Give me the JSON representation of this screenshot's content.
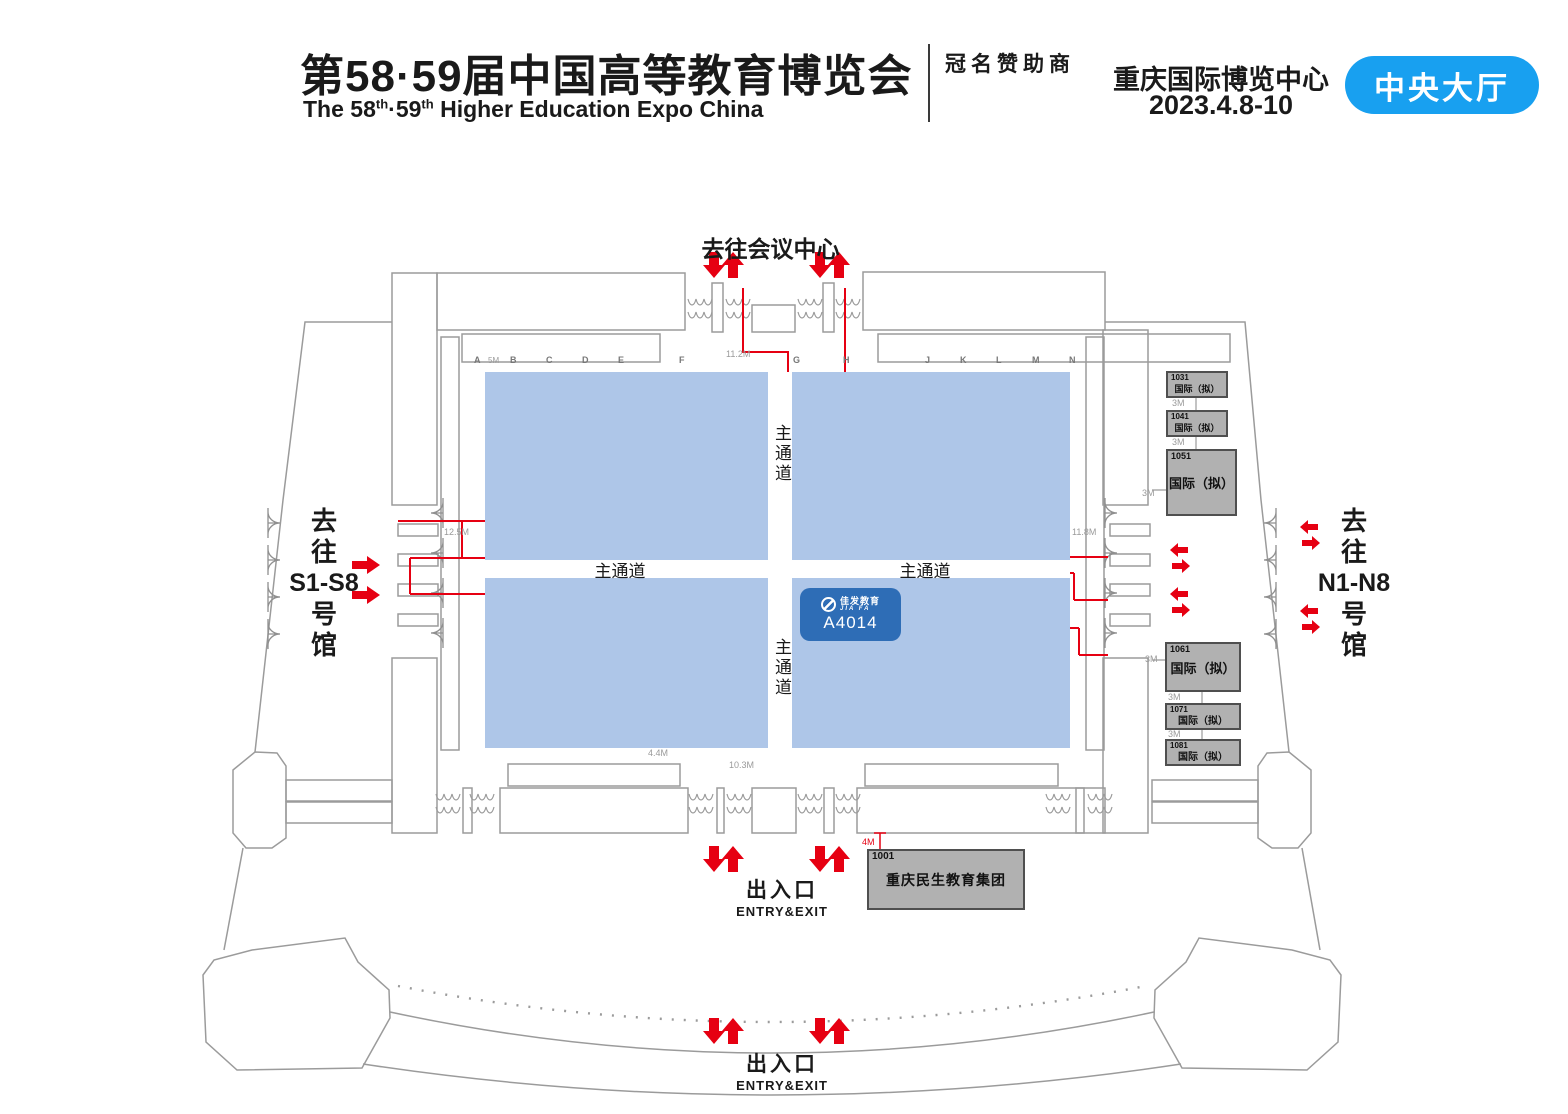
{
  "header": {
    "title_zh": "第58·59届中国高等教育博览会",
    "subtitle": {
      "p1": "The 58",
      "sup1": "th",
      "p2": "·59",
      "sup2": "th",
      "p3": " Higher Education Expo China"
    },
    "sponsor_label": "冠名赞助商",
    "venue_name": "重庆国际博览中心",
    "dates": "2023.4.8-10",
    "hall_badge": "中央大厅"
  },
  "plan": {
    "to_conference": "去往会议中心",
    "to_s_halls_lines": [
      "去",
      "往",
      "S1-S8",
      "号",
      "馆"
    ],
    "to_n_halls_lines": [
      "去",
      "往",
      "N1-N8",
      "号",
      "馆"
    ],
    "aisle_label": "主通道",
    "column_letters": [
      "A",
      "B",
      "C",
      "D",
      "E",
      "F",
      "G",
      "H",
      "J",
      "K",
      "L",
      "M",
      "N"
    ],
    "entry_exit": {
      "zh": "出入口",
      "en": "ENTRY&EXIT"
    },
    "dims": {
      "m5": "5M",
      "m112": "11.2M",
      "m125": "12.5M",
      "m118": "11.8M",
      "m44": "4.4M",
      "m103": "10.3M",
      "m4": "4M",
      "m3": "3M"
    }
  },
  "booths": {
    "a4014": {
      "id": "A4014",
      "logo_zh": "佳发教育",
      "logo_en": "JIA FA"
    },
    "b1031": {
      "id": "1031",
      "name": "国际（拟）"
    },
    "b1041": {
      "id": "1041",
      "name": "国际（拟）"
    },
    "b1051": {
      "id": "1051",
      "name": "国际（拟）"
    },
    "b1061": {
      "id": "1061",
      "name": "国际（拟）"
    },
    "b1071": {
      "id": "1071",
      "name": "国际（拟）"
    },
    "b1081": {
      "id": "1081",
      "name": "国际（拟）"
    },
    "b1001": {
      "id": "1001",
      "name": "重庆民生教育集团"
    }
  },
  "colors": {
    "accent_blue": "#18a0f0",
    "badge_blue": "#2e6db6",
    "plan_blue": "#aec6e8",
    "red": "#e60012"
  }
}
